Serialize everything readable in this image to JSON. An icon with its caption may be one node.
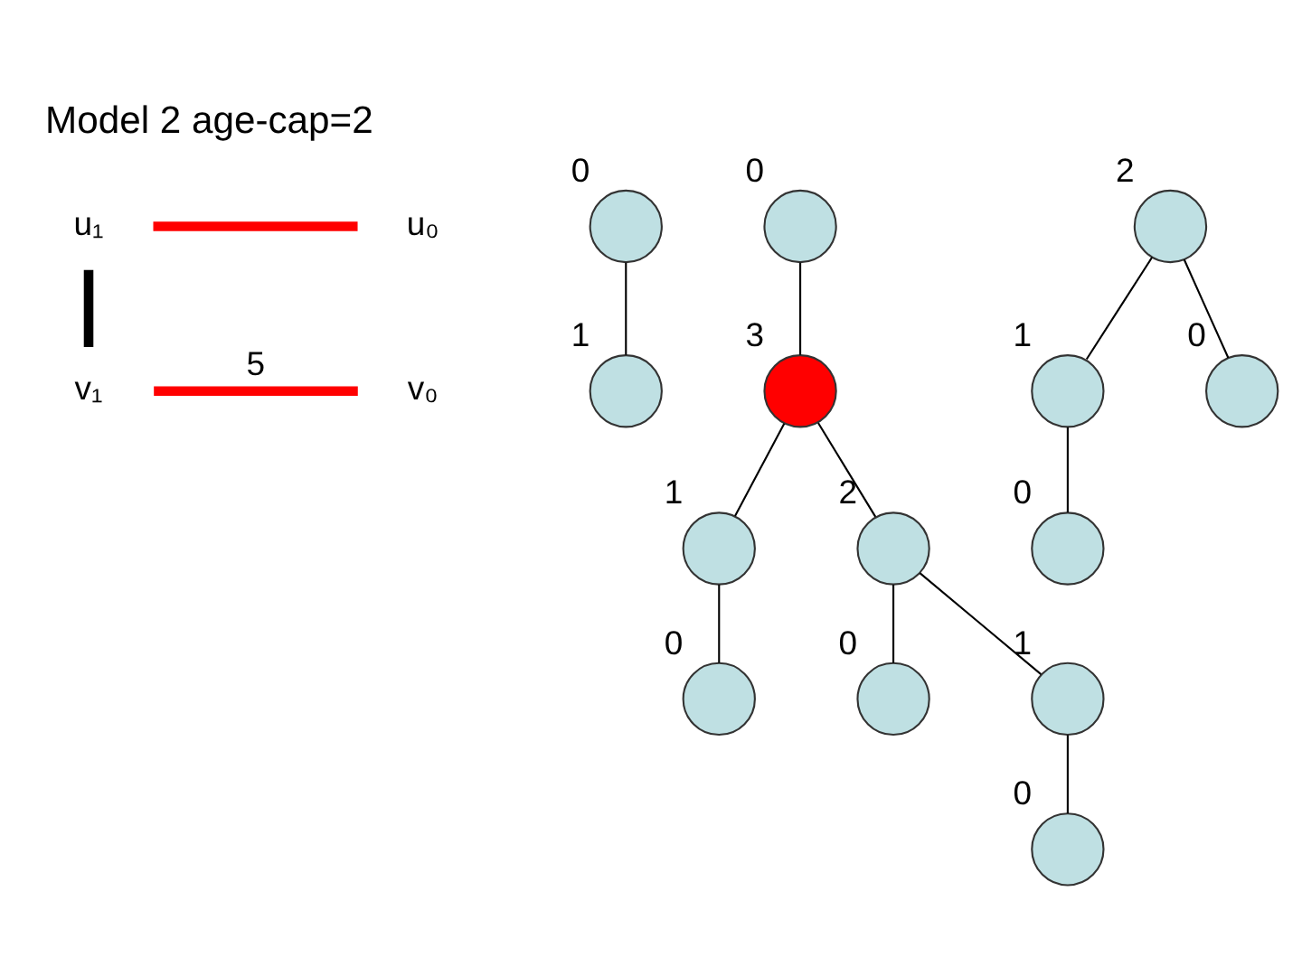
{
  "diagram": {
    "title": "Model 2 age-cap=2",
    "nodes": [
      {
        "text": [
          "u₁"
        ]
      },
      {
        "text": [
          "u₀"
        ]
      },
      {
        "text": [
          "v₁"
        ]
      },
      {
        "text": [
          "v₀"
        ]
      },
      {
        "text": [],
        "shape": "circle",
        "beside": [
          "0"
        ]
      },
      {
        "text": [],
        "shape": "circle",
        "beside": [
          "1"
        ]
      },
      {
        "text": [],
        "shape": "circle",
        "beside": [
          "0"
        ]
      },
      {
        "text": [],
        "shape": "circle",
        "beside": [
          "3"
        ]
      },
      {
        "text": [],
        "shape": "circle",
        "beside": [
          "1"
        ]
      },
      {
        "text": [],
        "shape": "circle",
        "beside": [
          "0"
        ]
      },
      {
        "text": [],
        "shape": "circle",
        "beside": [
          "2"
        ]
      },
      {
        "text": [],
        "shape": "circle",
        "beside": [
          "0"
        ]
      },
      {
        "text": [],
        "shape": "circle",
        "beside": [
          "1"
        ]
      },
      {
        "text": [],
        "shape": "circle",
        "beside": [
          "0"
        ]
      },
      {
        "text": [],
        "shape": "circle",
        "beside": [
          "2"
        ]
      },
      {
        "text": [],
        "shape": "circle",
        "beside": [
          "1"
        ]
      },
      {
        "text": [],
        "shape": "circle",
        "beside": [
          "0"
        ]
      },
      {
        "text": [],
        "shape": "circle",
        "beside": [
          "0"
        ]
      }
    ],
    "edges": [
      {
        "from": 0,
        "to": 1,
        "arrow": "none",
        "style": "thick",
        "color": "#ff0000"
      },
      {
        "from": 2,
        "to": 3,
        "arrow": "none",
        "style": "thick",
        "color": "#ff0000",
        "label": "5"
      },
      {
        "from": 0,
        "to": 2,
        "arrow": "none",
        "style": "thick"
      },
      {
        "from": 4,
        "to": 5,
        "arrow": "none"
      },
      {
        "from": 6,
        "to": 7,
        "arrow": "none"
      },
      {
        "from": 7,
        "to": 8,
        "arrow": "none"
      },
      {
        "from": 8,
        "to": 9,
        "arrow": "none"
      },
      {
        "from": 7,
        "to": 10,
        "arrow": "none"
      },
      {
        "from": 10,
        "to": 11,
        "arrow": "none"
      },
      {
        "from": 10,
        "to": 12,
        "arrow": "none"
      },
      {
        "from": 12,
        "to": 13,
        "arrow": "none"
      },
      {
        "from": 14,
        "to": 15,
        "arrow": "none"
      },
      {
        "from": 14,
        "to": 16,
        "arrow": "none"
      },
      {
        "from": 15,
        "to": 17,
        "arrow": "none"
      }
    ]
  }
}
